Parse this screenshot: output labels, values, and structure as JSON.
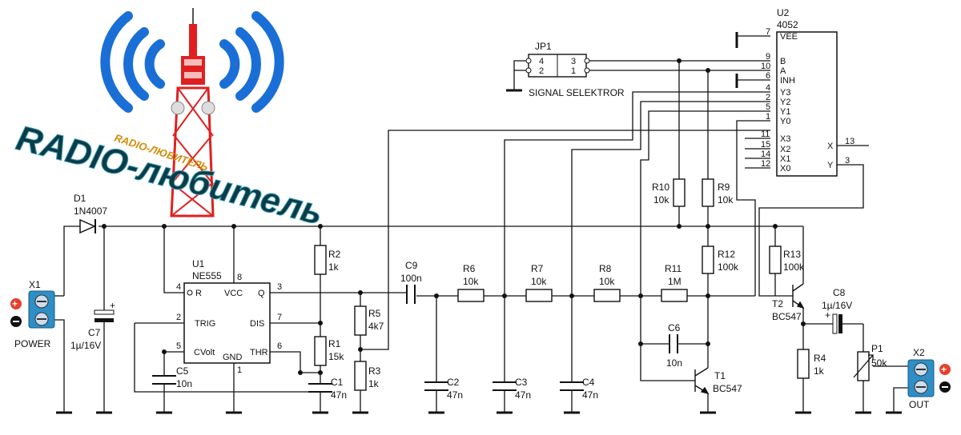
{
  "logo": {
    "title": "RADIO-любитель",
    "subtitle": "RADIO-ЛЮБИТЕЛЬ"
  },
  "components": {
    "d1": {
      "ref": "D1",
      "value": "1N4007"
    },
    "x1": {
      "ref": "X1",
      "label": "POWER"
    },
    "x2": {
      "ref": "X2",
      "label": "OUT"
    },
    "c7": {
      "ref": "C7",
      "value": "1µ/16V"
    },
    "u1": {
      "ref": "U1",
      "part": "NE555",
      "pins": {
        "r": "R",
        "vcc": "VCC",
        "q": "Q",
        "trig": "TRIG",
        "dis": "DIS",
        "cvolt": "CVolt",
        "gnd": "GND",
        "thr": "THR"
      },
      "numbers": {
        "p4": "4",
        "p8": "8",
        "p3": "3",
        "p2": "2",
        "p7": "7",
        "p5": "5",
        "p6": "6",
        "p1": "1"
      }
    },
    "c5": {
      "ref": "C5",
      "value": "10n"
    },
    "r2": {
      "ref": "R2",
      "value": "1k"
    },
    "r1": {
      "ref": "R1",
      "value": "15k"
    },
    "c1": {
      "ref": "C1",
      "value": "47n"
    },
    "r5": {
      "ref": "R5",
      "value": "4k7"
    },
    "r3": {
      "ref": "R3",
      "value": "1k"
    },
    "c9": {
      "ref": "C9",
      "value": "100n"
    },
    "r6": {
      "ref": "R6",
      "value": "10k"
    },
    "r7": {
      "ref": "R7",
      "value": "10k"
    },
    "r8": {
      "ref": "R8",
      "value": "10k"
    },
    "r11": {
      "ref": "R11",
      "value": "1M"
    },
    "c2": {
      "ref": "C2",
      "value": "47n"
    },
    "c3": {
      "ref": "C3",
      "value": "47n"
    },
    "c4": {
      "ref": "C4",
      "value": "47n"
    },
    "c6": {
      "ref": "C6",
      "value": "10n"
    },
    "t1": {
      "ref": "T1",
      "value": "BC547"
    },
    "r10": {
      "ref": "R10",
      "value": "10k"
    },
    "r9": {
      "ref": "R9",
      "value": "10k"
    },
    "r12": {
      "ref": "R12",
      "value": "100k"
    },
    "r13": {
      "ref": "R13",
      "value": "100k"
    },
    "t2": {
      "ref": "T2",
      "value": "BC547"
    },
    "c8": {
      "ref": "C8",
      "value": "1µ/16V"
    },
    "r4": {
      "ref": "R4",
      "value": "1k"
    },
    "p1": {
      "ref": "P1",
      "value": "50k"
    },
    "jp1": {
      "ref": "JP1",
      "label": "SIGNAL SELEKTROR",
      "pins": {
        "p4": "4",
        "p2": "2",
        "p3": "3",
        "p1": "1"
      }
    },
    "u2": {
      "ref": "U2",
      "part": "4052",
      "pins": {
        "vee": "VEE",
        "b": "B",
        "a": "A",
        "inh": "INH",
        "y3": "Y3",
        "y2": "Y2",
        "y1": "Y1",
        "y0": "Y0",
        "x3": "X3",
        "x2": "X2",
        "x1": "X1",
        "x0": "X0",
        "x": "X",
        "y": "Y"
      },
      "numbers": {
        "p7": "7",
        "p9": "9",
        "p10": "10",
        "p6": "6",
        "p4": "4",
        "p2": "2",
        "p5": "5",
        "p1": "1",
        "p11": "11",
        "p15": "15",
        "p14": "14",
        "p12": "12",
        "p13": "13",
        "p3": "3"
      }
    }
  },
  "colors": {
    "wire": "#111111",
    "logo_blue": "#1a6fd6",
    "logo_red": "#e02020",
    "logo_dark": "#0e3b44",
    "terminal_blue": "#2e8ec5",
    "plus_red": "#e8402a"
  }
}
